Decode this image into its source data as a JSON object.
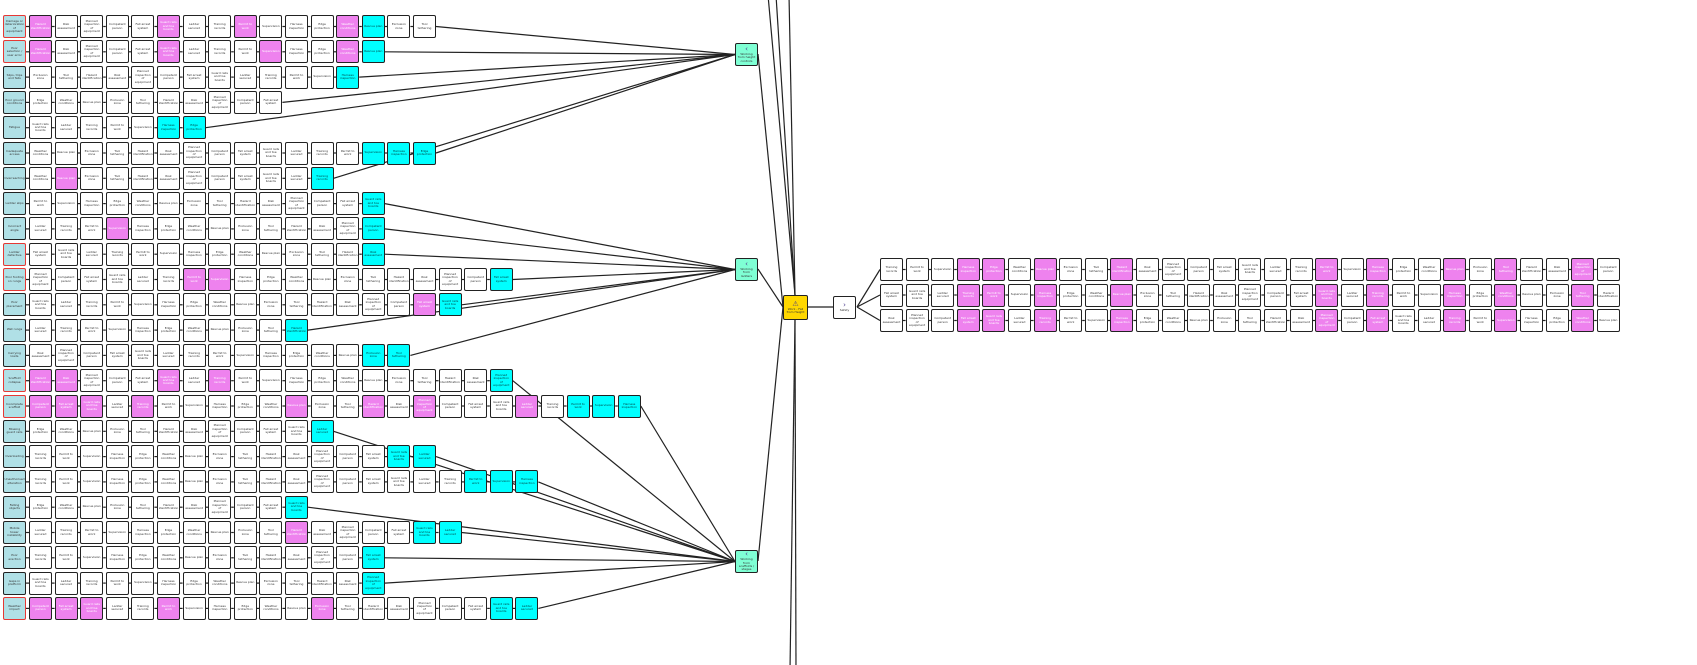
{
  "root": {
    "icon": "warning-icon",
    "glyph": "⚠",
    "label": "Work - Fall from Height"
  },
  "safety": {
    "icon": "chevron-right-icon",
    "glyph": "›",
    "label": "Safety"
  },
  "hubs": [
    {
      "icon": "chevron-left-icon",
      "glyph": "‹",
      "label": "Working from height controls"
    },
    {
      "icon": "chevron-left-icon",
      "glyph": "‹",
      "label": "Working from ladders"
    },
    {
      "icon": "chevron-left-icon",
      "glyph": "‹",
      "label": "Working from scaffolds / stages"
    }
  ],
  "colors": {
    "label": "#b0e0e6",
    "highlight": "#ee82ee",
    "terminal": "#00ffff",
    "hub": "#7fffd4",
    "root": "#ffd700"
  },
  "step_texts": [
    "Hazard identification",
    "Risk assessment",
    "Planned inspection of equipment",
    "Competent person",
    "Fall arrest system",
    "Guard rails and toe boards",
    "Ladder secured",
    "Training records",
    "Permit to work",
    "Supervision",
    "Harness inspection",
    "Edge protection",
    "Weather conditions",
    "Rescue plan",
    "Exclusion zone",
    "Tool tethering"
  ],
  "left_rows": [
    {
      "label": "Damage or deterioration of equipment",
      "red": true,
      "pattern": "mwwwwmwwmwwwmcww",
      "hub": 0
    },
    {
      "label": "Poor selection / user error",
      "red": true,
      "pattern": "mwwwwmwwwmwwmc",
      "hub": 0
    },
    {
      "label": "Slips, trips and falls",
      "red": false,
      "pattern": "wwwwwwwwwwwwc",
      "hub": 0
    },
    {
      "label": "Poor ground conditions",
      "red": false,
      "pattern": "wwwwwwwwww",
      "hub": 0
    },
    {
      "label": "Fatigue",
      "red": false,
      "pattern": "wwwwwcc",
      "hub": 0
    },
    {
      "label": "Inadequate access",
      "red": false,
      "pattern": "wwwwwwwwwwwwwccc",
      "hub": 0
    },
    {
      "label": "Overreaching",
      "red": false,
      "pattern": "wmwwwwwwwwwc",
      "hub": 0
    },
    {
      "label": "Ladder slips",
      "red": false,
      "pattern": "wwwwwwwwwwwwwc",
      "hub": 1
    },
    {
      "label": "Incorrect angle",
      "red": false,
      "pattern": "wwwmwwwwwwwwwc",
      "hub": 1
    },
    {
      "label": "Ladder defective",
      "red": true,
      "pattern": "wwwwwwwwwwwwwc",
      "hub": 1
    },
    {
      "label": "Poor footing on rungs",
      "red": true,
      "pattern": "wwwwwwmmwwwwwwwwwwc",
      "hub": 1
    },
    {
      "label": "Poor placement",
      "red": false,
      "pattern": "wwwwwwwwwwwwwwwmc",
      "hub": 1
    },
    {
      "label": "Wet rungs",
      "red": false,
      "pattern": "wwwwwwwwwwc",
      "hub": 1
    },
    {
      "label": "Carrying loads",
      "red": false,
      "pattern": "wwwwwwwwwwwwwcc",
      "hub": 1
    },
    {
      "label": "Scaffold collapse",
      "red": true,
      "pattern": "mmwwwmwmwwwwwwwwwwc",
      "hub": 2
    },
    {
      "label": "Incomplete scaffold",
      "red": true,
      "pattern": "mmmwmwwwwwmwwmwmwwwmwccc",
      "hub": 2
    },
    {
      "label": "Missing guard rails",
      "red": false,
      "pattern": "wwwwwwwwwwwc",
      "hub": 2
    },
    {
      "label": "Overloading",
      "red": false,
      "pattern": "wwwwwwwwwwwwwwcc",
      "hub": 2
    },
    {
      "label": "Unauthorised alteration",
      "red": false,
      "pattern": "wwwwwwwwwwwwwwwwwccc",
      "hub": 2
    },
    {
      "label": "Falling objects",
      "red": false,
      "pattern": "wwwwwwwwwwc",
      "hub": 2
    },
    {
      "label": "Mobile tower instability",
      "red": false,
      "pattern": "wwwwwwwwwwmwwwwcc",
      "hub": 2
    },
    {
      "label": "Poor erection",
      "red": false,
      "pattern": "wwwwwwwwwwwwwc",
      "hub": 2
    },
    {
      "label": "Gaps in platform",
      "red": false,
      "pattern": "wwwwwwwwwwwwwc",
      "hub": 2
    },
    {
      "label": "Weather impact",
      "red": true,
      "pattern": "mmmwwmwwwwwmwwwwwwcc",
      "hub": 2
    }
  ],
  "right_rows": [
    {
      "pattern": "wwwmmwmwwmwwwwwwwmwmwwmwmwwmw"
    },
    {
      "pattern": "wwwmmwmwwmwwwwwwwmwmwwmwmwwmw"
    },
    {
      "pattern": "wwwmmwmwwmwwwwwwwmwmwwmwmwwmw"
    }
  ]
}
